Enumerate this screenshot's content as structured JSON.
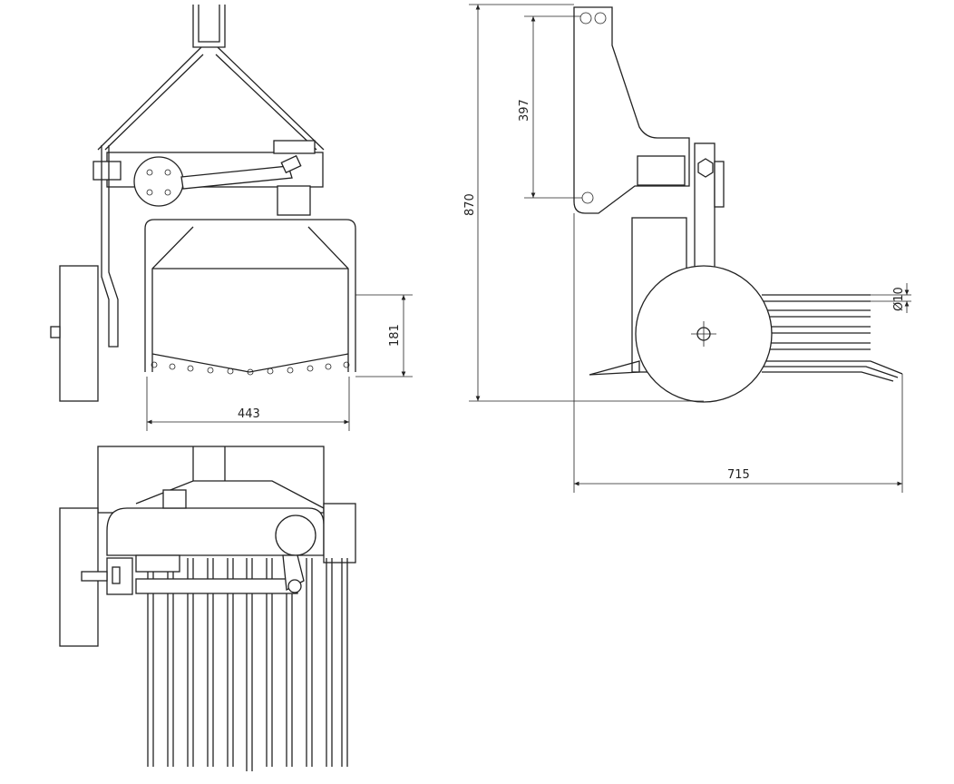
{
  "drawing": {
    "views": [
      "front-view",
      "side-view",
      "top-view"
    ],
    "dimensions": {
      "overall_height": "870",
      "hitch_hole_spacing": "397",
      "basket_height": "181",
      "basket_width": "443",
      "overall_length": "715",
      "tine_diameter": "Ø10"
    }
  }
}
